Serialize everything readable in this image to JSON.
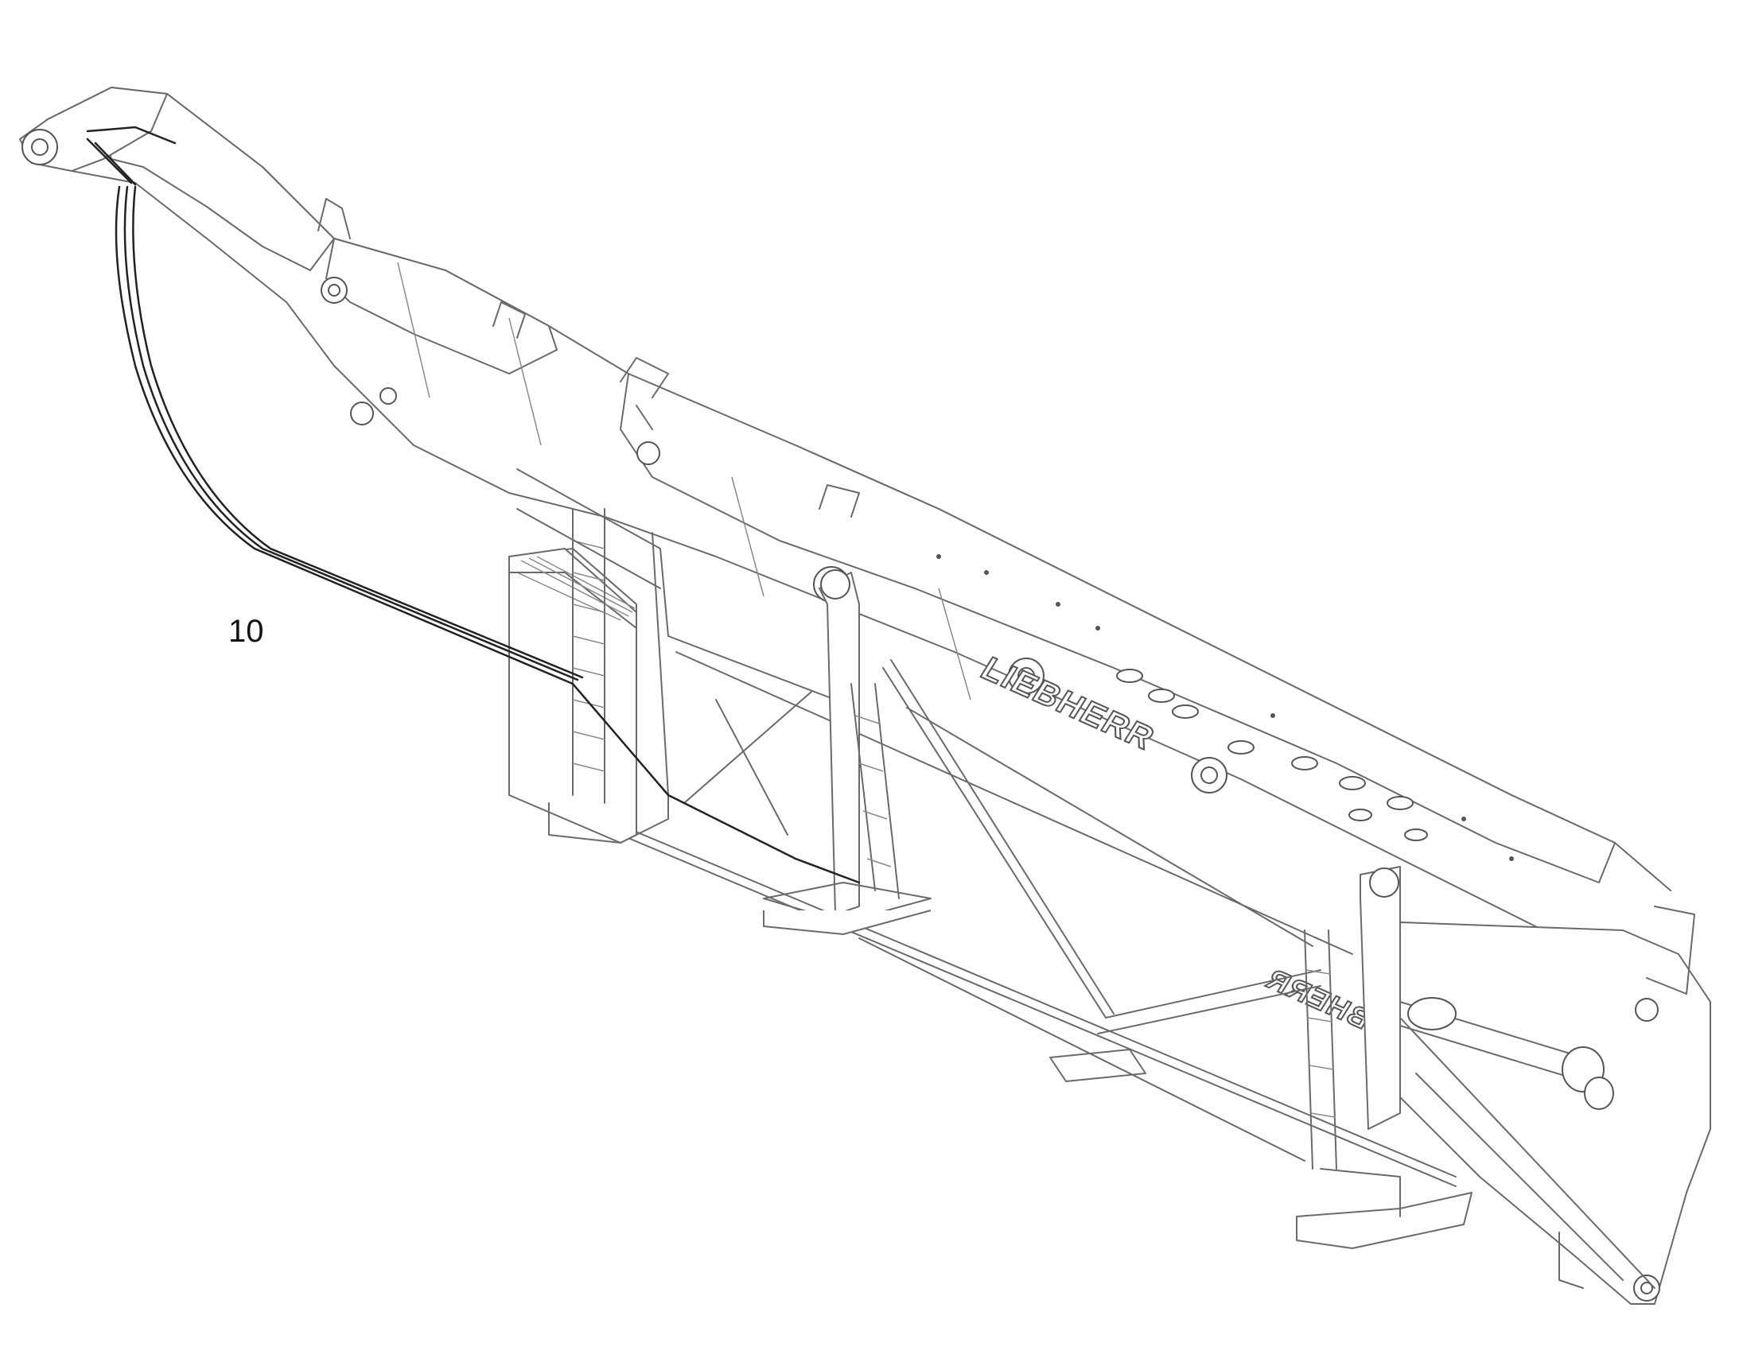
{
  "diagram": {
    "callouts": [
      {
        "label": "10"
      }
    ],
    "logos": [
      {
        "text": "LIEBHERR"
      },
      {
        "text": "LIEBHERR"
      }
    ]
  }
}
